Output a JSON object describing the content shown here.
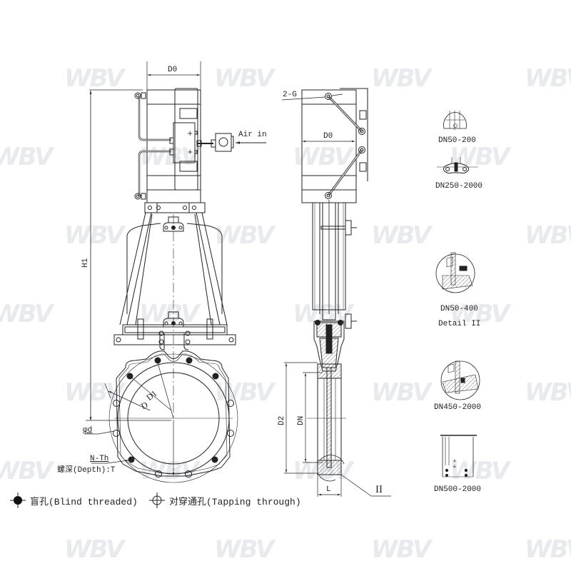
{
  "drawing": {
    "subject": "Pneumatic knife gate valve",
    "watermark": "WBV",
    "front_view": {
      "dimensions": {
        "top_width": "D0",
        "height": "H1",
        "d1": "D1",
        "d": "D",
        "hole_dia": "φd",
        "threads": "N-Th",
        "depth": "螺深(Depth):T"
      },
      "air_inlet": "Air in"
    },
    "side_view": {
      "dimensions": {
        "gauge": "2-G",
        "width": "D0",
        "d2": "D2",
        "dn": "DN",
        "length": "L",
        "detail_ref": "II"
      }
    },
    "details": [
      {
        "label": "DN50-200"
      },
      {
        "label": "DN250-2000"
      },
      {
        "label": "DN50-400"
      },
      {
        "label": "Detail II"
      },
      {
        "label": "DN450-2000"
      },
      {
        "label": "DN500-2000"
      }
    ],
    "legend": {
      "blind": "盲孔(Blind threaded)",
      "through": "对穿通孔(Tapping through)"
    },
    "colors": {
      "line": "#222222",
      "hatch": "#555555",
      "watermark": "#e8eaee"
    }
  }
}
